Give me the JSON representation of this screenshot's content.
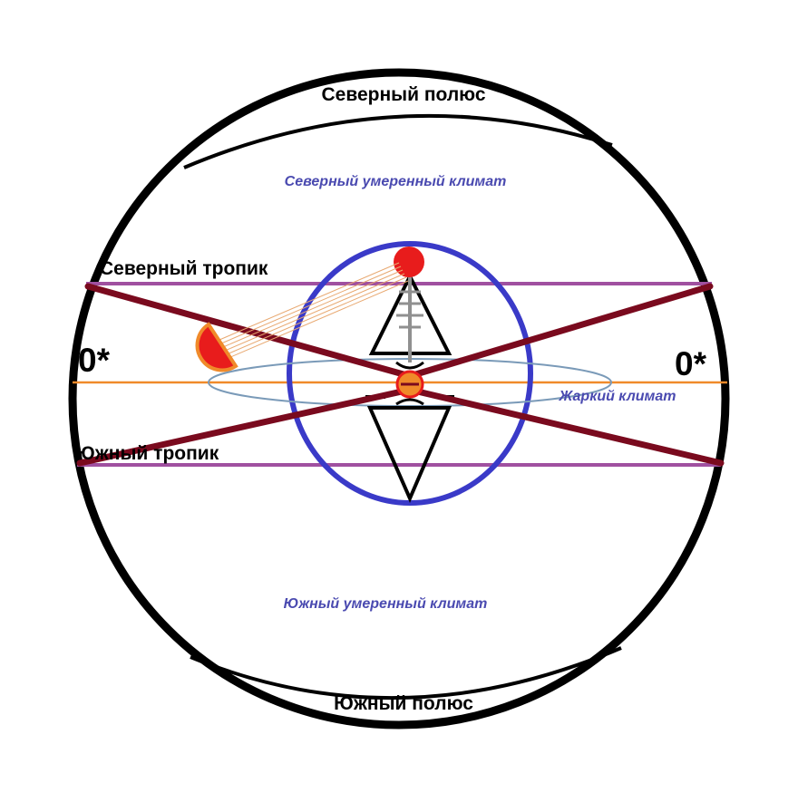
{
  "labels": {
    "north_pole": "Северный полюс",
    "south_pole": "Южный полюс",
    "north_temperate": "Северный умеренный климат",
    "south_temperate": "Южный умеренный климат",
    "hot_climate": "Жаркий климат",
    "tropic_north": "Северный тропик",
    "tropic_south": "Южный тропик",
    "equator_left": "0*",
    "equator_right": "0*"
  },
  "colors": {
    "globe": "#000000",
    "tropics": "#a050a0",
    "equator": "#f08a2a",
    "cross_lines": "#7a0a1e",
    "orbit": "#3a3ac8",
    "plane": "#7a9ab8",
    "zone_text": "#4a4ab0",
    "sun": "#e81c1c",
    "sun_rays": "#e8a870"
  }
}
